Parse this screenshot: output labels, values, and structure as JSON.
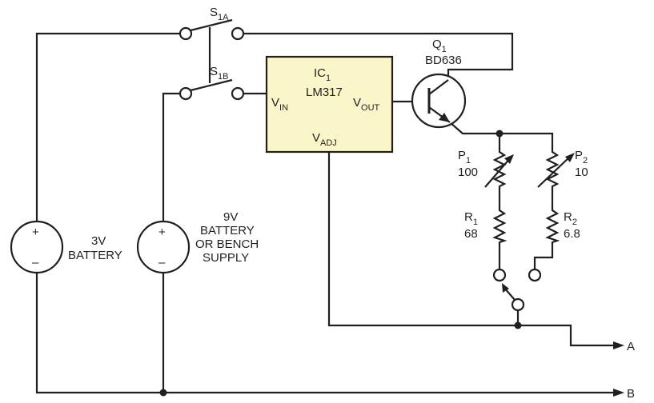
{
  "colors": {
    "line": "#231f20",
    "ic_fill": "#fbf6c9",
    "background": "#ffffff"
  },
  "switch": {
    "a": {
      "name": "S",
      "sub": "1A"
    },
    "b": {
      "name": "S",
      "sub": "1B"
    }
  },
  "ic": {
    "name": "IC",
    "sub": "1",
    "part": "LM317",
    "vin": {
      "name": "V",
      "sub": "IN"
    },
    "vout": {
      "name": "V",
      "sub": "OUT"
    },
    "vadj": {
      "name": "V",
      "sub": "ADJ"
    }
  },
  "transistor": {
    "name": "Q",
    "sub": "1",
    "part": "BD636"
  },
  "pot1": {
    "name": "P",
    "sub": "1",
    "value": "100"
  },
  "pot2": {
    "name": "P",
    "sub": "2",
    "value": "10"
  },
  "res1": {
    "name": "R",
    "sub": "1",
    "value": "68"
  },
  "res2": {
    "name": "R",
    "sub": "2",
    "value": "6.8"
  },
  "battery3v": {
    "plus": "+",
    "minus": "–",
    "line1": "3V",
    "line2": "BATTERY"
  },
  "supply9v": {
    "plus": "+",
    "minus": "–",
    "line1": "9V",
    "line2": "BATTERY",
    "line3": "OR BENCH",
    "line4": "SUPPLY"
  },
  "outputs": {
    "a": "A",
    "b": "B"
  }
}
